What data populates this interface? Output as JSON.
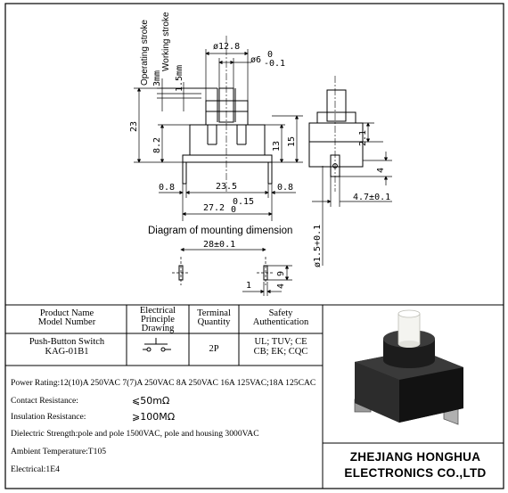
{
  "drawing": {
    "labels": {
      "operating_stroke": "Operating stroke",
      "working_stroke": "Working stroke",
      "mounting_title": "Diagram of mounting dimension"
    },
    "dimensions": {
      "op_3": "3mm",
      "work_1_5": "1.5mm",
      "d12_8": "ø12.8",
      "d6": "ø6",
      "d6_tol_upper": "0",
      "d6_tol_lower": "-0.1",
      "h23": "23",
      "h8_2": "8.2",
      "h13": "13",
      "h15": "15",
      "w0_8_left": "0.8",
      "w23_5": "23.5",
      "w0_8_right": "0.8",
      "w27_2": "27.2",
      "w27_2_tol_upper": "0.15",
      "w27_2_tol_lower": "0",
      "s2_1": "2.1",
      "s4": "4",
      "s4_7": "4.7±0.1",
      "s1_5": "ø1.5+0.1",
      "m28": "28±0.1",
      "m9": "9",
      "m4": "4",
      "m1": "1"
    }
  },
  "table": {
    "headers": {
      "product": [
        "Product Name",
        "Model Number"
      ],
      "electrical": [
        "Electrical",
        "Principle",
        "Drawing"
      ],
      "terminal": [
        "Terminal",
        "Quantity"
      ],
      "safety": [
        "Safety",
        "Authentication"
      ]
    },
    "row": {
      "product_name": "Push-Button Switch",
      "model": "KAG-01B1",
      "terminal_qty": "2P",
      "safety_line1": "UL; TUV; CE",
      "safety_line2": "CB; EK; CQC"
    },
    "specs": {
      "power_rating": "Power Rating:12(10)A 250VAC  7(7)A 250VAC 8A 250VAC  16A 125VAC;18A 125CAC",
      "contact_label": "Contact Resistance:",
      "contact_value": "⩽50mΩ",
      "insulation_label": "Insulation Resistance:",
      "insulation_value": "⩾100MΩ",
      "dielectric": "Dielectric Strength:pole and pole 1500VAC, pole and housing 3000VAC",
      "ambient": "Ambient Temperature:T105",
      "electrical": "Electrical:1E4"
    },
    "company": {
      "line1": "ZHEJIANG HONGHUA",
      "line2": "ELECTRONICS CO.,LTD"
    }
  }
}
